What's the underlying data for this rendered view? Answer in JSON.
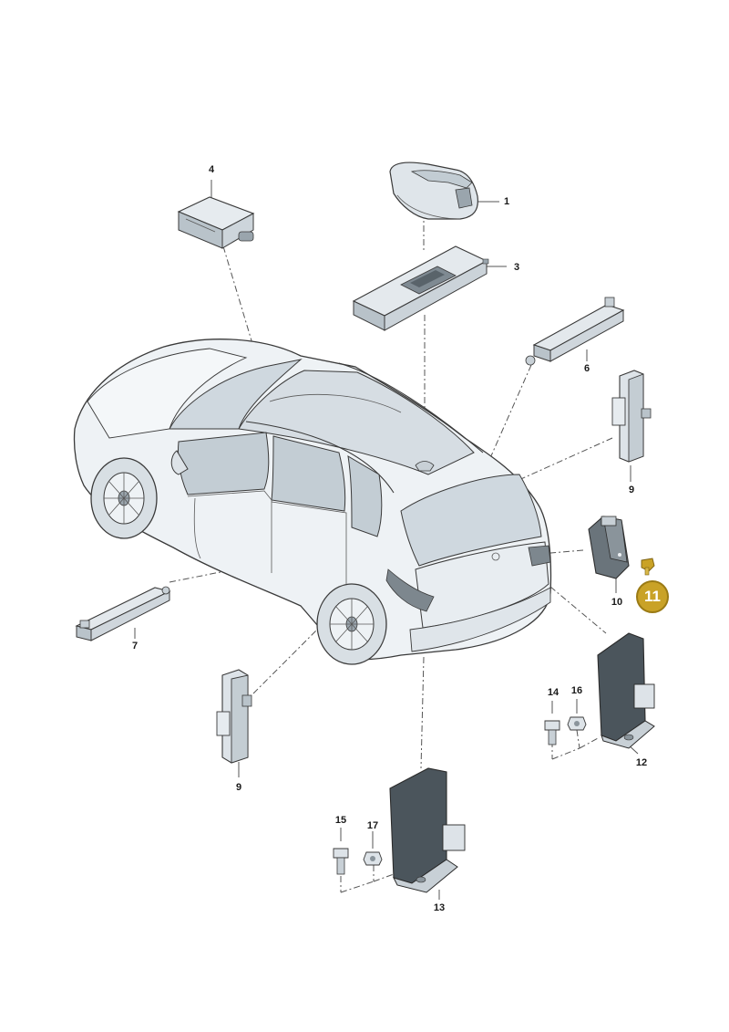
{
  "callouts": {
    "c1": "1",
    "c3": "3",
    "c4": "4",
    "c6": "6",
    "c7": "7",
    "c9a": "9",
    "c9b": "9",
    "c10": "10",
    "c12": "12",
    "c13": "13",
    "c14": "14",
    "c15": "15",
    "c16": "16",
    "c17": "17"
  },
  "highlight": {
    "label": "11",
    "color": "#c9a227"
  },
  "colors": {
    "body_fill": "#eef2f5",
    "glass_fill": "#cfd8df",
    "part_fill": "#dde3e8",
    "dark_part": "#4b555c"
  }
}
